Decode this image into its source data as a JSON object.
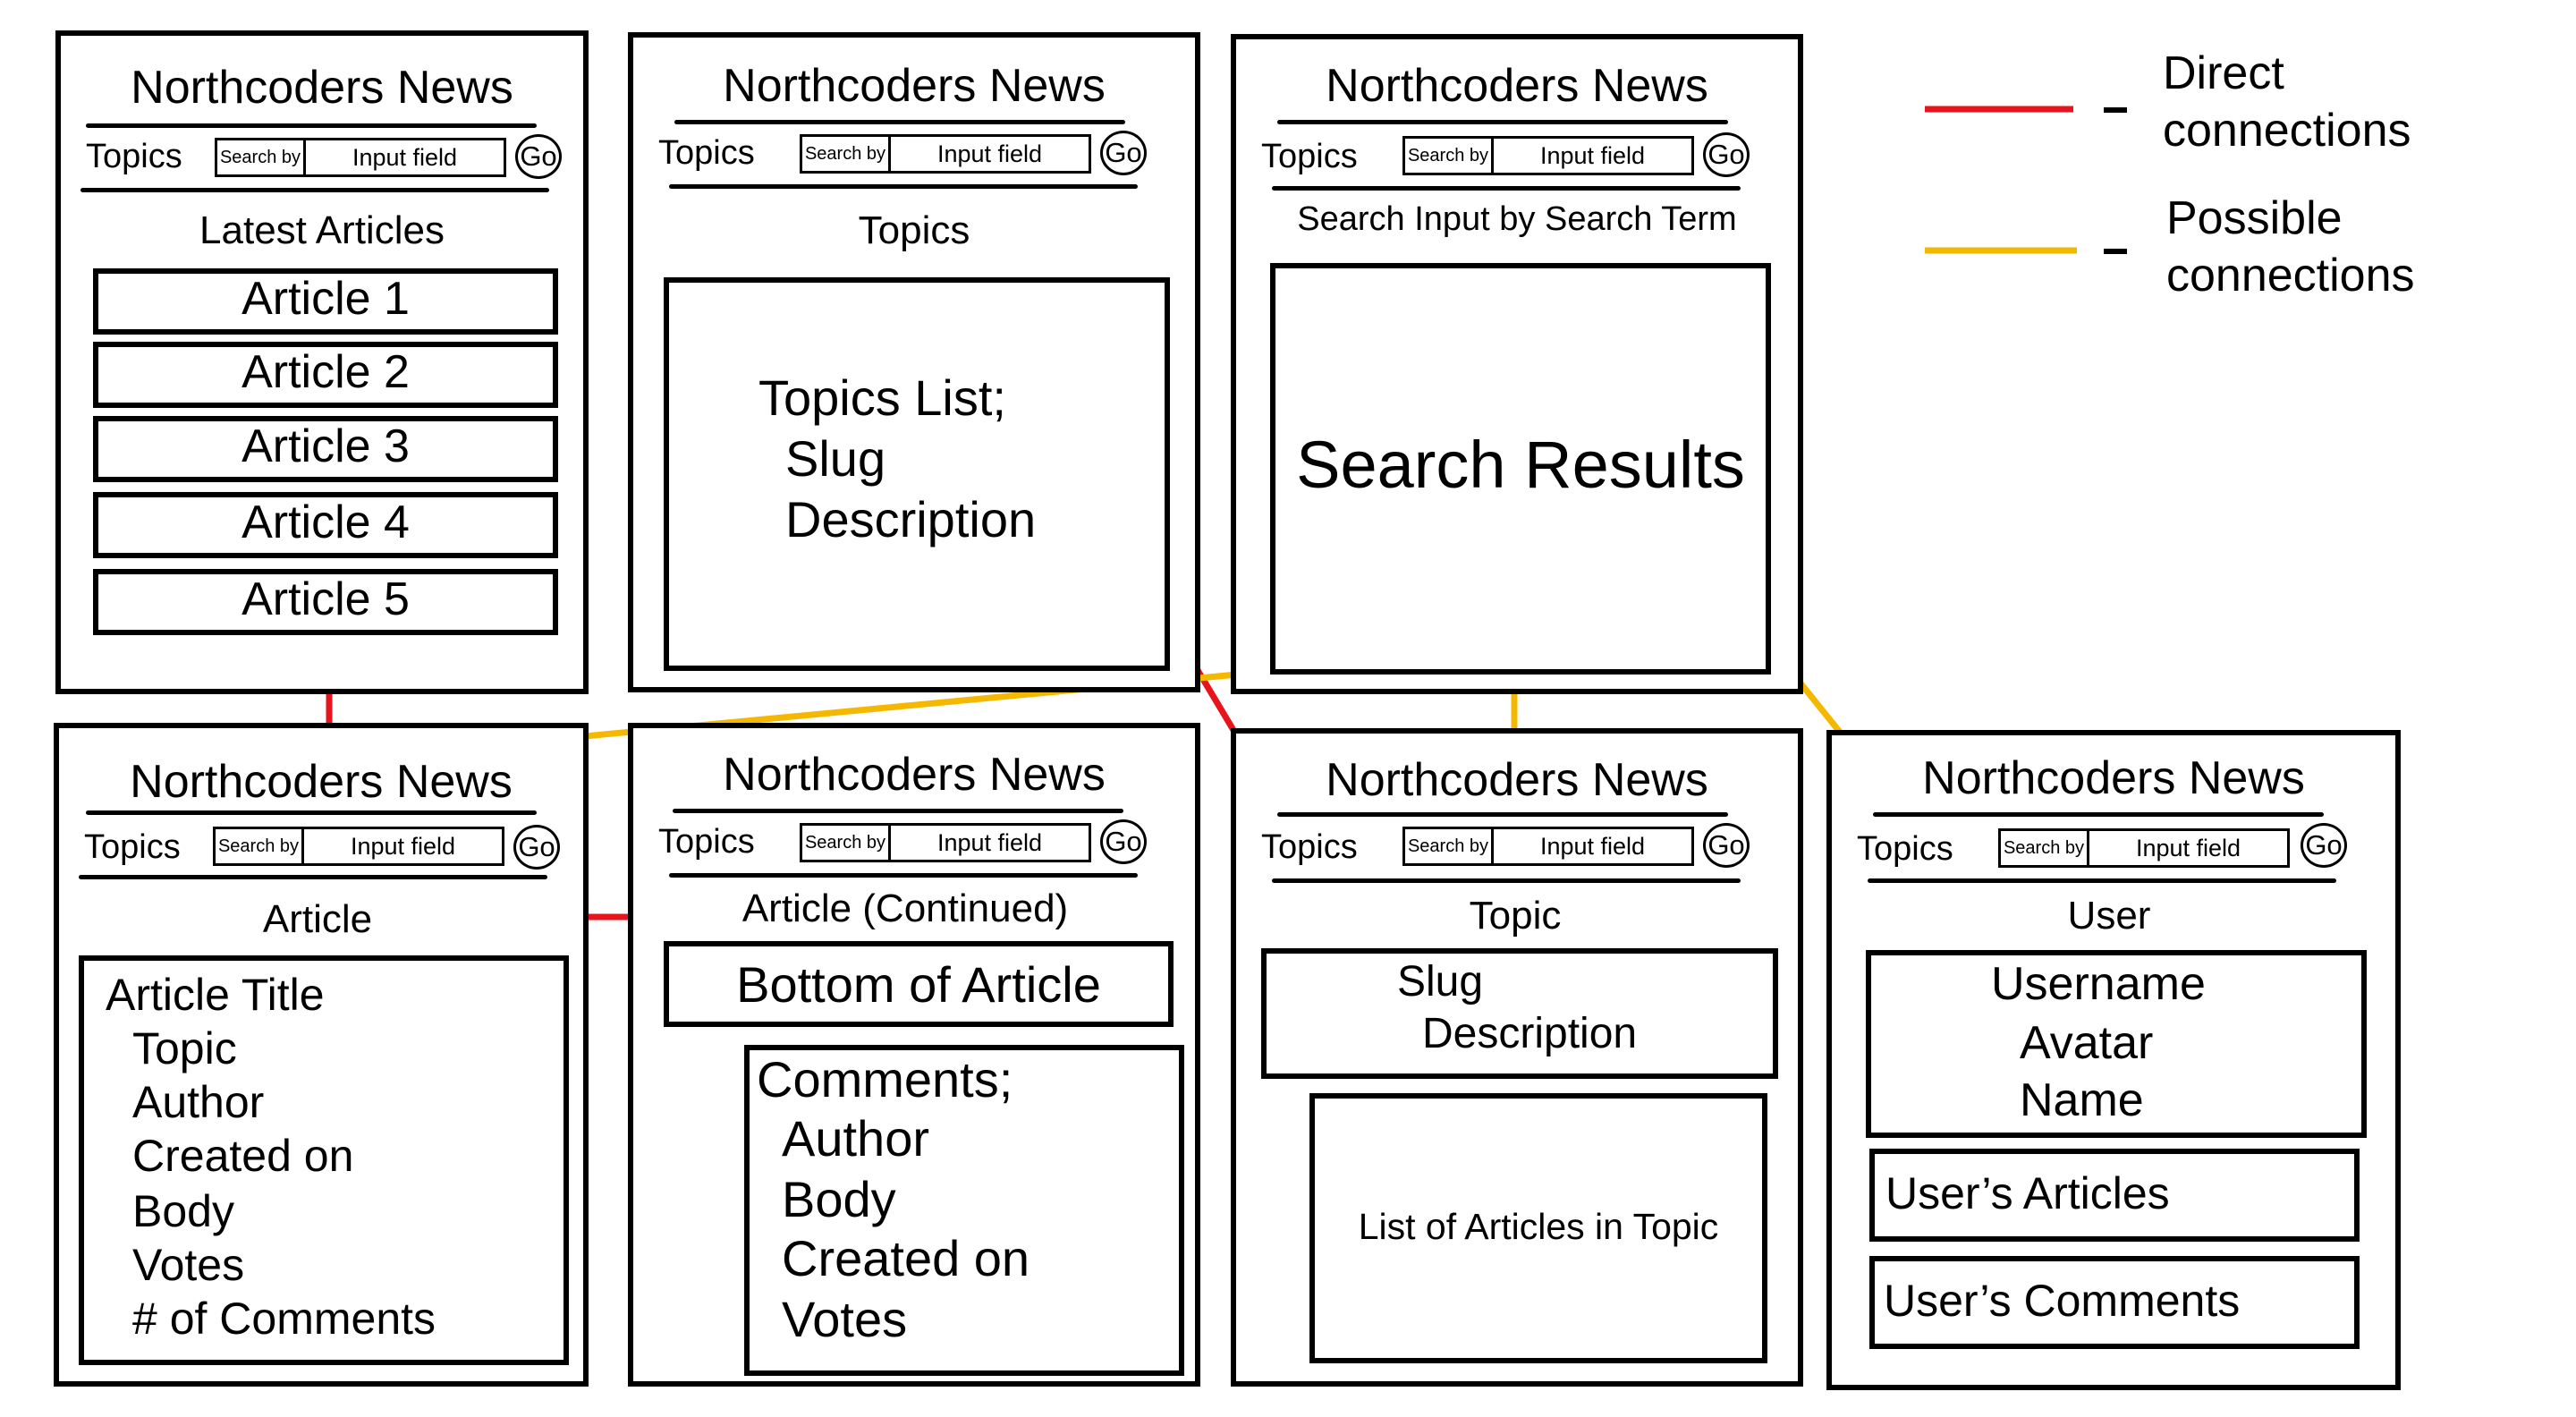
{
  "header": {
    "site_title": "Northcoders News",
    "topics_link": "Topics",
    "search_by": "Search by",
    "search_placeholder": "Input field",
    "go_label": "Go"
  },
  "home": {
    "heading": "Latest Articles",
    "articles": [
      "Article 1",
      "Article 2",
      "Article 3",
      "Article 4",
      "Article 5"
    ]
  },
  "topics": {
    "heading": "Topics",
    "list_title": "Topics List;",
    "fields": [
      "Slug",
      "Description"
    ]
  },
  "search": {
    "heading": "Search Input by Search Term",
    "results": "Search Results"
  },
  "article": {
    "heading": "Article",
    "title": "Article Title",
    "fields": [
      "Topic",
      "Author",
      "Created on",
      "Body",
      "Votes",
      "# of Comments"
    ]
  },
  "article_continued": {
    "heading": "Article (Continued)",
    "bottom": "Bottom of Article",
    "comments_title": "Comments;",
    "comment_fields": [
      "Author",
      "Body",
      "Created on",
      "Votes"
    ]
  },
  "topic": {
    "heading": "Topic",
    "slug": "Slug",
    "description": "Description",
    "article_list": "List of Articles in Topic"
  },
  "user": {
    "heading": "User",
    "fields": [
      "Username",
      "Avatar",
      "Name"
    ],
    "articles": "User’s Articles",
    "comments": "User’s Comments"
  },
  "legend": {
    "direct": {
      "label": "Direct connections",
      "color": "#e8141c"
    },
    "possible": {
      "label": "Possible connections",
      "color": "#f5b800"
    }
  }
}
